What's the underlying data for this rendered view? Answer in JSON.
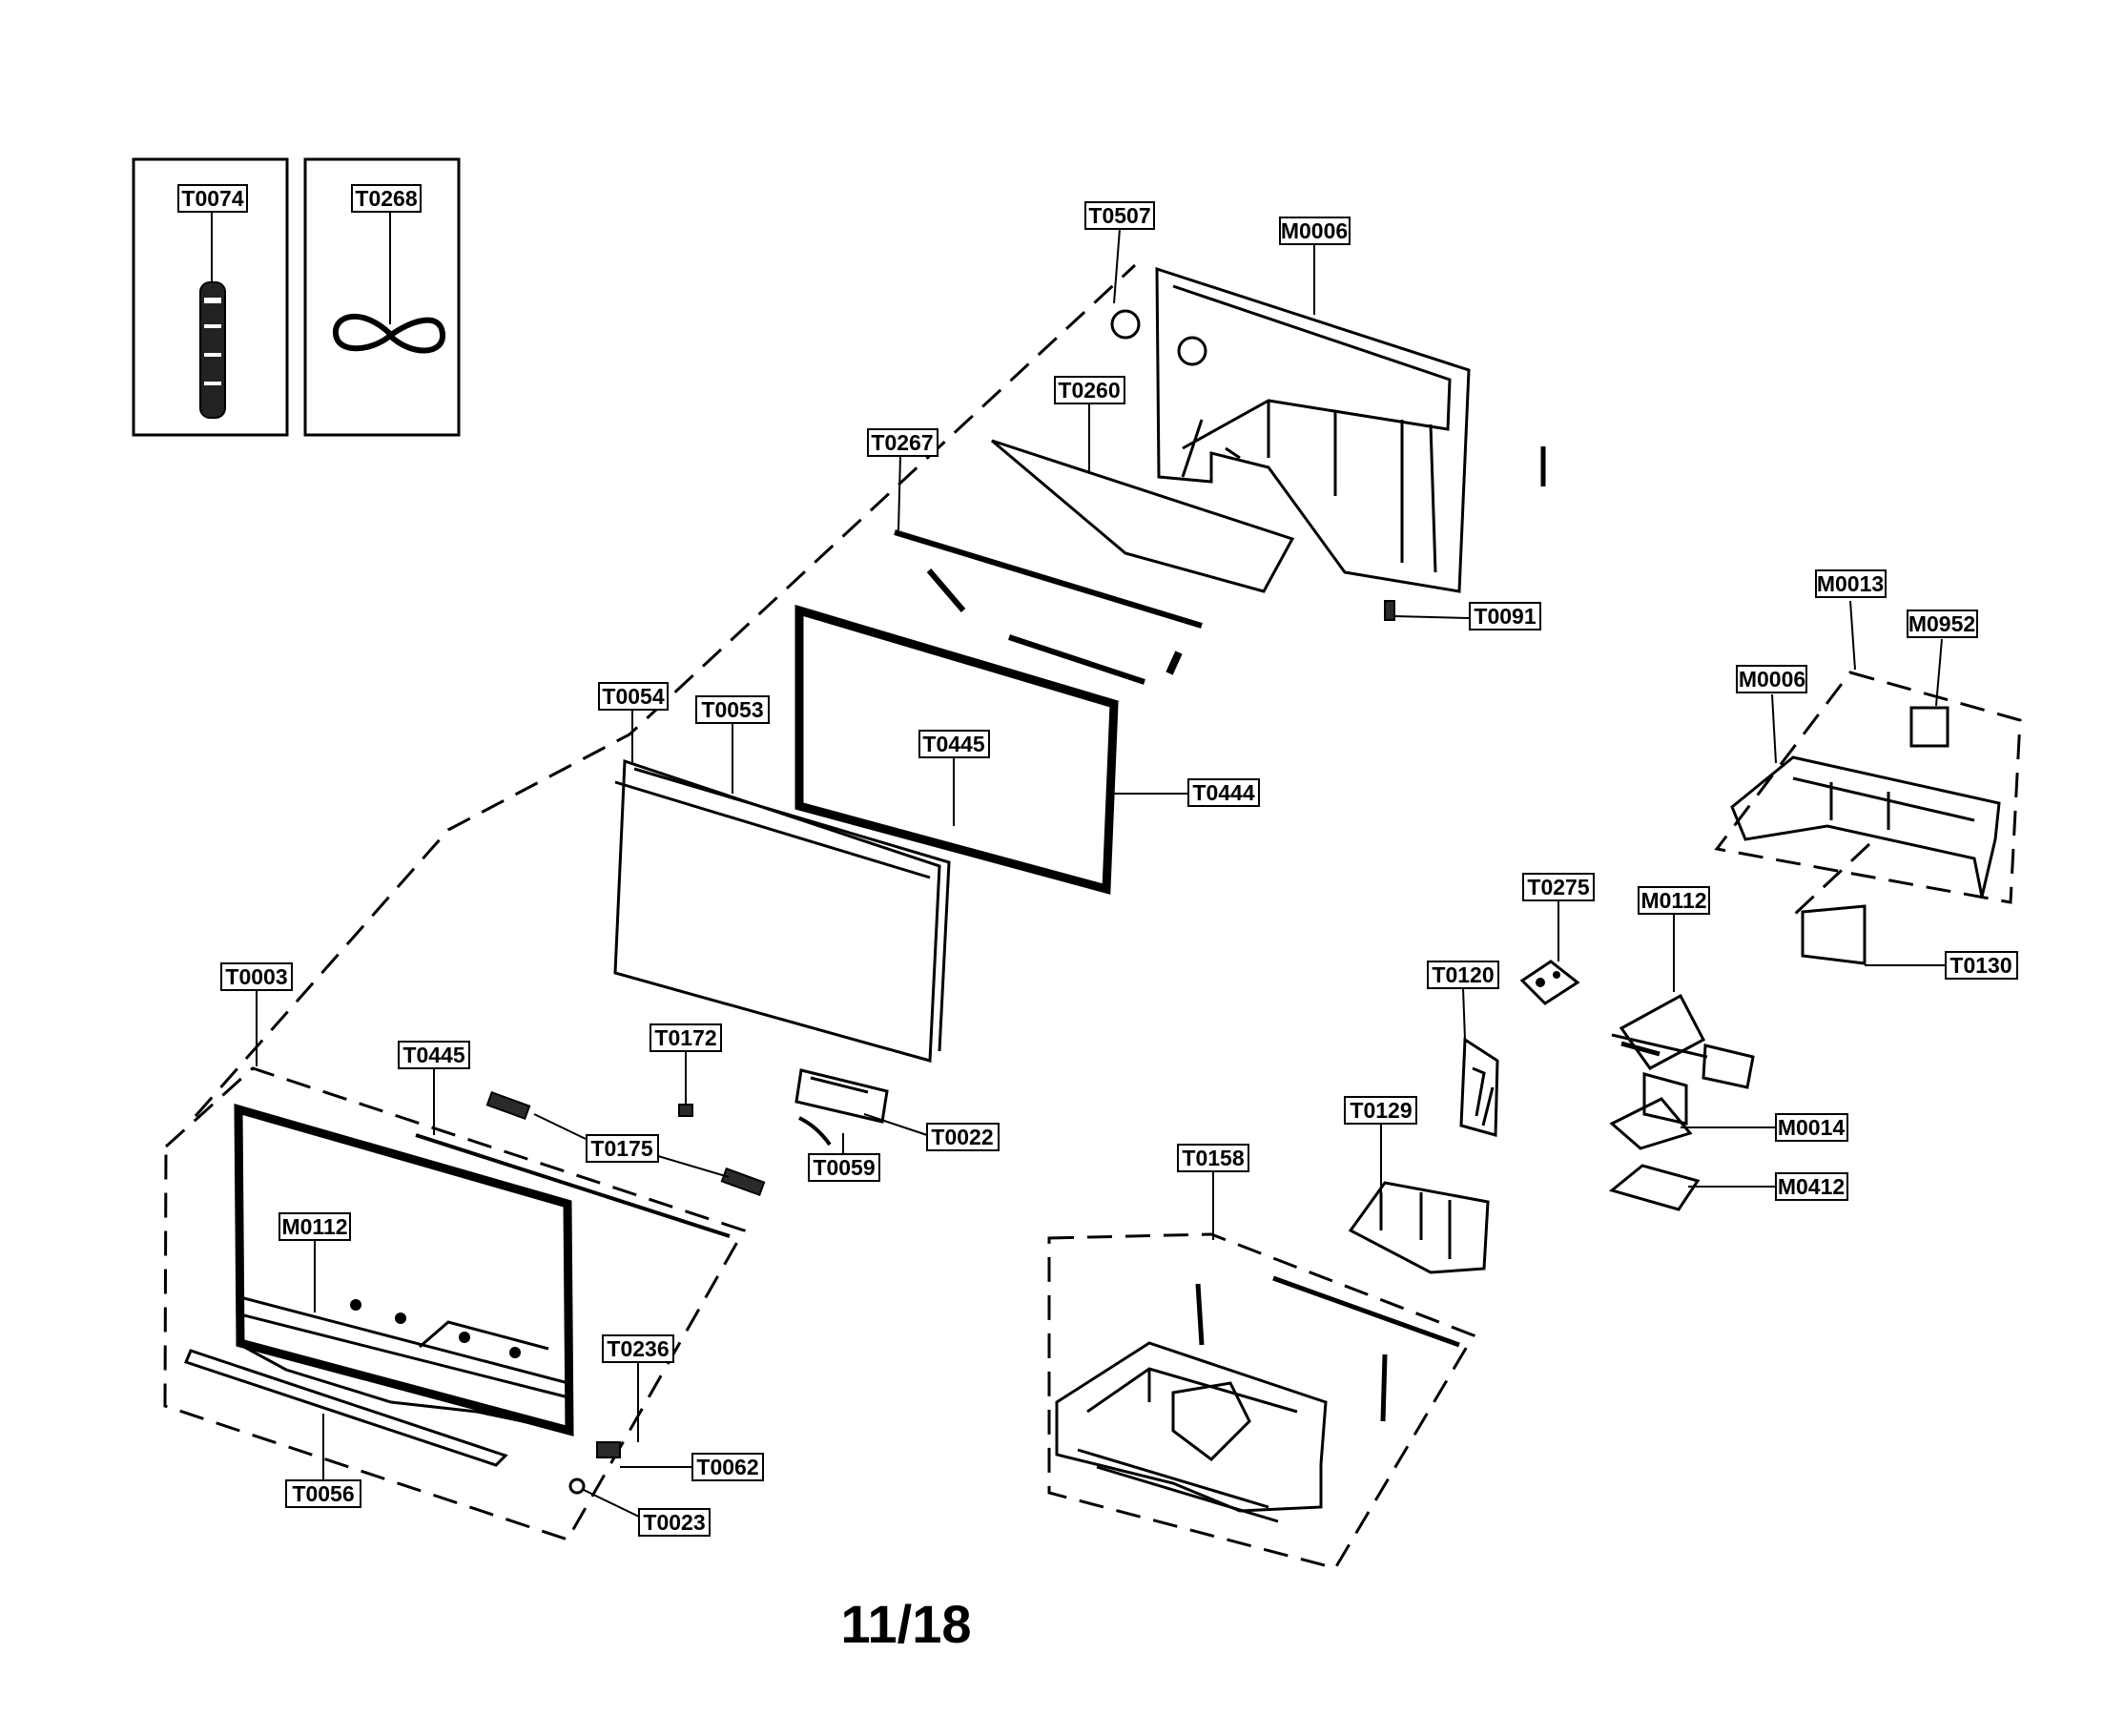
{
  "page": {
    "number": "11/18"
  },
  "labels": {
    "T0074": "T0074",
    "T0268": "T0268",
    "T0507": "T0507",
    "M0006_top": "M0006",
    "T0260": "T0260",
    "T0267": "T0267",
    "T0091": "T0091",
    "M0013": "M0013",
    "M0952": "M0952",
    "M0006_right": "M0006",
    "T0054": "T0054",
    "T0053": "T0053",
    "T0445_top": "T0445",
    "T0444": "T0444",
    "T0275": "T0275",
    "M0112_right": "M0112",
    "T0130": "T0130",
    "T0120": "T0120",
    "T0003": "T0003",
    "T0445_bottom": "T0445",
    "T0172": "T0172",
    "T0175": "T0175",
    "T0022": "T0022",
    "T0059": "T0059",
    "M0112_left": "M0112",
    "T0129": "T0129",
    "M0014": "M0014",
    "M0412": "M0412",
    "T0158": "T0158",
    "T0236": "T0236",
    "T0062": "T0062",
    "T0023": "T0023",
    "T0056": "T0056"
  }
}
